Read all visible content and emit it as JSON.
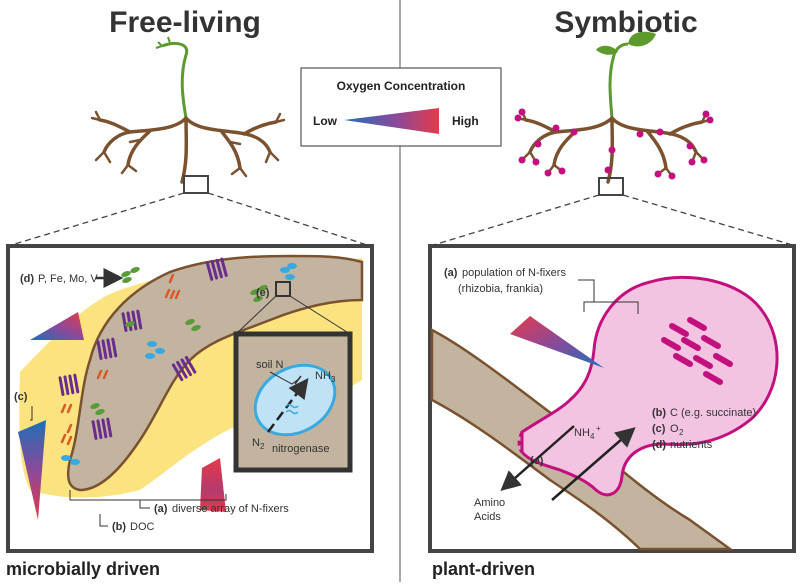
{
  "left": {
    "title": "Free-living",
    "footer": "microbially driven",
    "labels": {
      "d": "(d)",
      "d_text": "P, Fe, Mo, V",
      "e": "(e)",
      "c": "(c)",
      "soil_n": "soil N",
      "nh3": "NH",
      "nh3_sub": "3",
      "n2": "N",
      "n2_sub": "2",
      "nitrogenase": "nitrogenase",
      "a": "(a)",
      "a_text": "diverse array of N-fixers",
      "b": "(b)",
      "b_text": "DOC"
    }
  },
  "right": {
    "title": "Symbiotic",
    "footer": "plant-driven",
    "labels": {
      "a": "(a)",
      "a_line1": "population of N-fixers",
      "a_line2": "(rhizobia, frankia)",
      "b": "(b)",
      "b_text": "C (e.g. succinate)",
      "c": "(c)",
      "c_text": "O",
      "c_sub": "2",
      "d": "(d)",
      "d_text": "nutrients",
      "e": "(e)",
      "nh4": "NH",
      "nh4_sub": "4",
      "nh4_sup": "+",
      "amino1": "Amino",
      "amino2": "Acids"
    }
  },
  "legend": {
    "title": "Oxygen Concentration",
    "low": "Low",
    "high": "High"
  },
  "colors": {
    "root": "#7a5230",
    "stem": "#5c9a2e",
    "soil": "#fbe37f",
    "aggregate": "#c2b49f",
    "nodule": "#c2107d",
    "nodule_fill": "#f3c4e2",
    "cell": "#bfe3f5",
    "cell_stroke": "#3aa9e0",
    "purple": "#6a2c8e",
    "orange": "#d9592a",
    "green": "#5a9a3a",
    "blue": "#37a8e0",
    "grad_low": "#1f6fb8",
    "grad_mid": "#8a4a9a",
    "grad_high": "#e53a4a"
  }
}
